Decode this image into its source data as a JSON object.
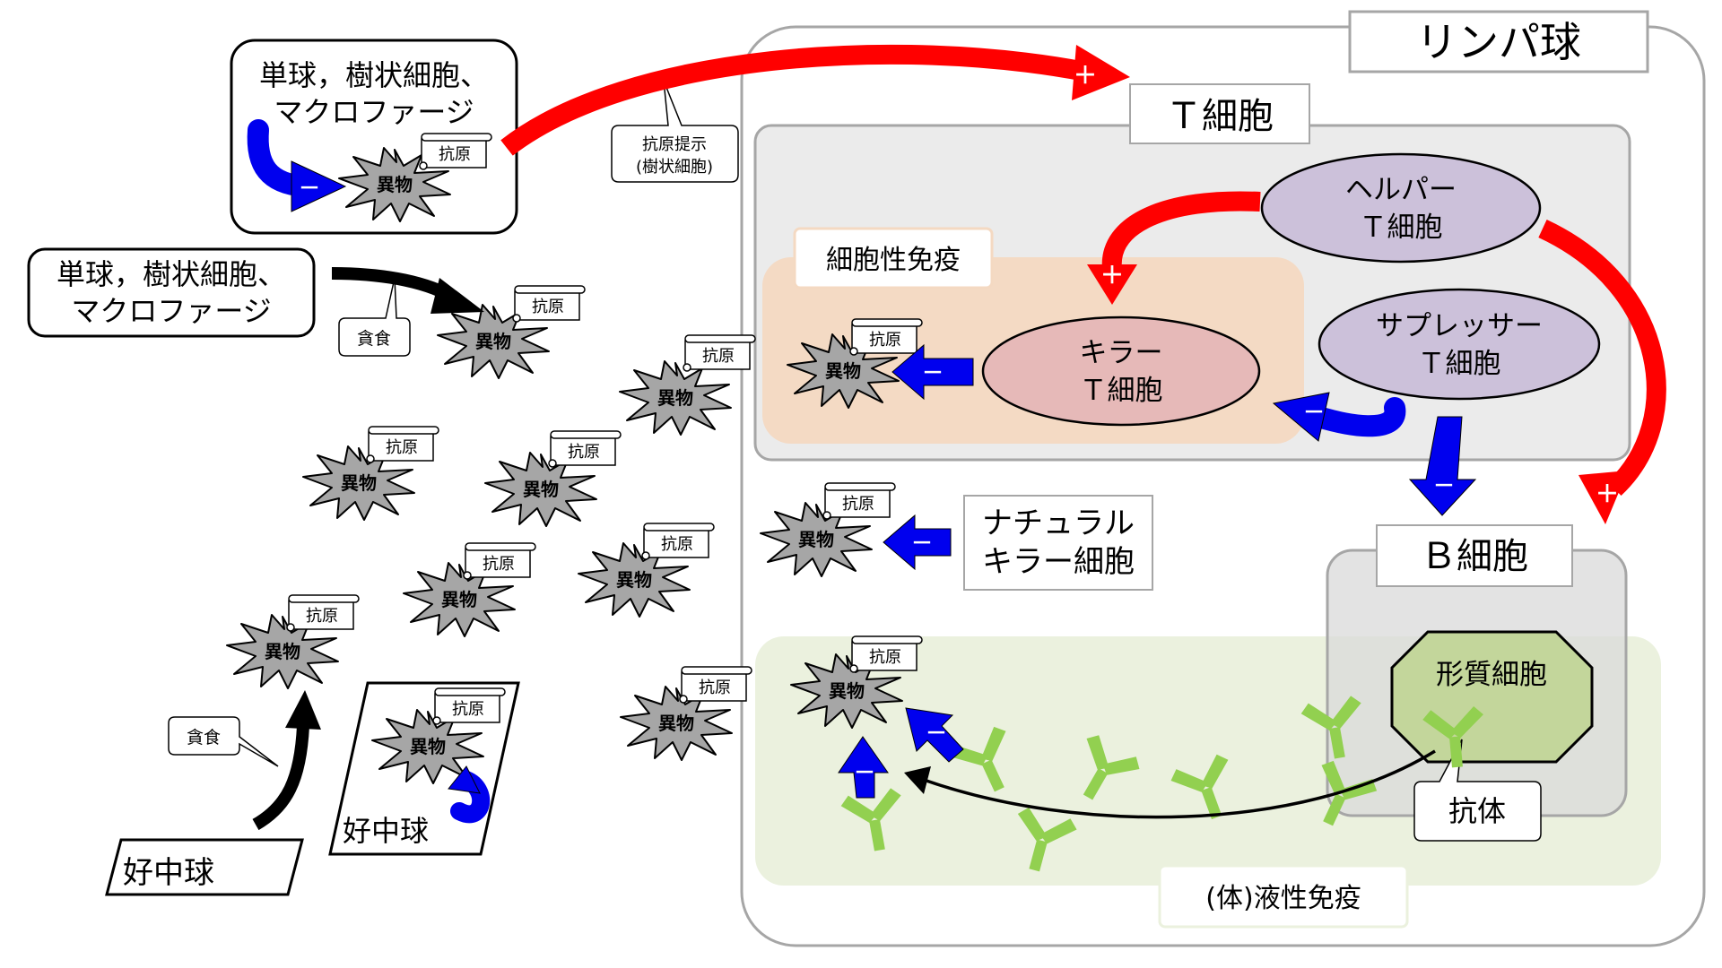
{
  "titles": {
    "lymphocyte": "リンパ球",
    "t_cell": "Ｔ細胞",
    "b_cell": "Ｂ細胞",
    "cellular_immunity": "細胞性免疫",
    "humoral_immunity": "(体)液性免疫"
  },
  "cells": {
    "monocyte_box_top_line1": "単球，樹状細胞、",
    "monocyte_box_top_line2": "マクロファージ",
    "monocyte_box_mid_line1": "単球，樹状細胞、",
    "monocyte_box_mid_line2": "マクロファージ",
    "neutrophil": "好中球",
    "neutrophil_inner": "好中球",
    "helper_line1": "ヘルパー",
    "helper_line2": "Ｔ細胞",
    "suppressor_line1": "サプレッサー",
    "suppressor_line2": "Ｔ細胞",
    "killer_line1": "キラー",
    "killer_line2": "Ｔ細胞",
    "nk_line1": "ナチュラル",
    "nk_line2": "キラー細胞",
    "plasma": "形質細胞"
  },
  "callouts": {
    "antigen_presentation_line1": "抗原提示",
    "antigen_presentation_line2": "(樹状細胞)",
    "phagocytosis_mid": "貪食",
    "phagocytosis_low": "貪食",
    "antibody": "抗体"
  },
  "markers": {
    "foreign": "異物",
    "antigen": "抗原",
    "plus": "＋",
    "minus": "－"
  },
  "colors": {
    "stimulate": "#ff0000",
    "inhibit": "#0000ee",
    "phagocytosis": "#000000",
    "antibody": "#92d050",
    "cellular_bg": "#f4d9c2",
    "humoral_bg": "#ebf1de",
    "tcell_bg": "#ebebeb",
    "helper_fill": "#ccc1da",
    "killer_fill": "#e6b9b8",
    "plasma_fill": "#c3d69b"
  }
}
